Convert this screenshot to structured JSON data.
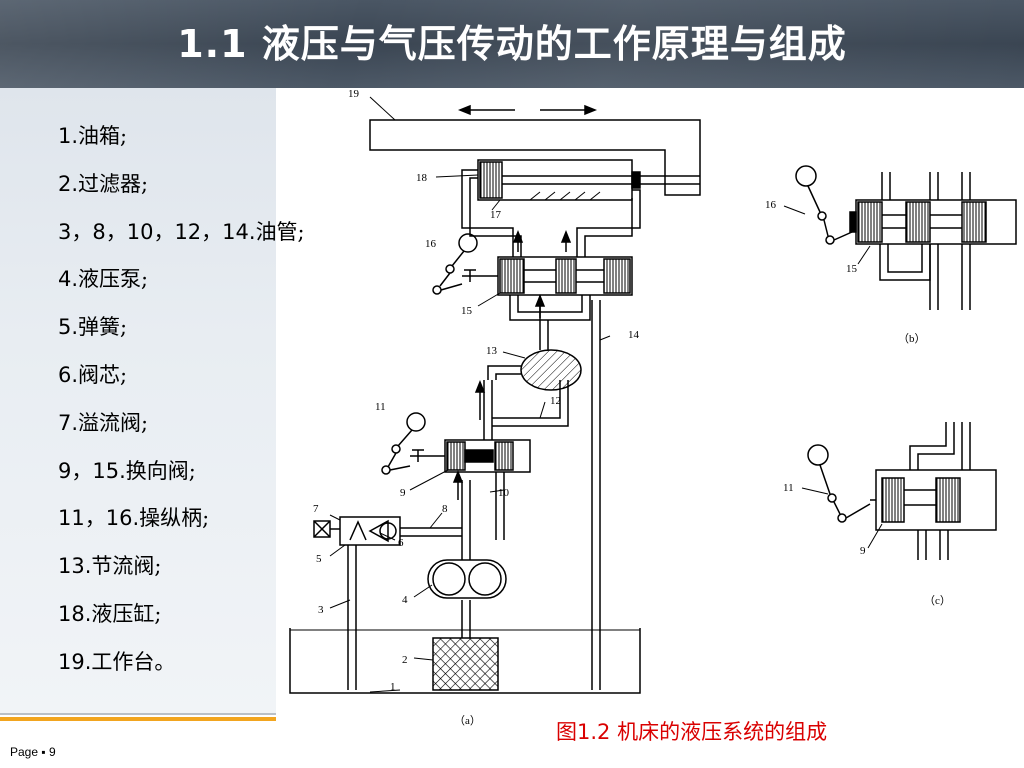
{
  "title": "1.1  液压与气压传动的工作原理与组成",
  "legend": [
    {
      "num": "1.",
      "text": "油箱;"
    },
    {
      "num": "2.",
      "text": "过滤器;"
    },
    {
      "num": "3，8，10，12，14.",
      "text": "油管;"
    },
    {
      "num": "4.",
      "text": "液压泵;"
    },
    {
      "num": "5.",
      "text": "弹簧;"
    },
    {
      "num": "6.",
      "text": "阀芯;"
    },
    {
      "num": "7.",
      "text": "溢流阀;"
    },
    {
      "num": "9，15.",
      "text": "换向阀;"
    },
    {
      "num": "11，16.",
      "text": "操纵柄;"
    },
    {
      "num": "13.",
      "text": "节流阀;"
    },
    {
      "num": "18.",
      "text": "液压缸;"
    },
    {
      "num": "19.",
      "text": "工作台。"
    }
  ],
  "caption": {
    "prefix": "图",
    "num": "1.2",
    "text": " 机床的液压系统的组成"
  },
  "page": "Page ▪ 9",
  "diagram_labels": {
    "a": {
      "n1": "1",
      "n2": "2",
      "n3": "3",
      "n4": "4",
      "n5": "5",
      "n6": "6",
      "n7": "7",
      "n8": "8",
      "n9": "9",
      "n10": "10",
      "n11": "11",
      "n12": "12",
      "n13": "13",
      "n14": "14",
      "n15": "15",
      "n16": "16",
      "n17": "17",
      "n18": "18",
      "n19": "19",
      "sub": "（a）"
    },
    "b": {
      "n16": "16",
      "n15": "15",
      "sub": "（b）"
    },
    "c": {
      "n11": "11",
      "n9": "9",
      "sub": "（c）"
    }
  },
  "colors": {
    "caption": "#d90000",
    "accent_orange": "#f2a51f",
    "title_bar": "#3f4a57"
  }
}
